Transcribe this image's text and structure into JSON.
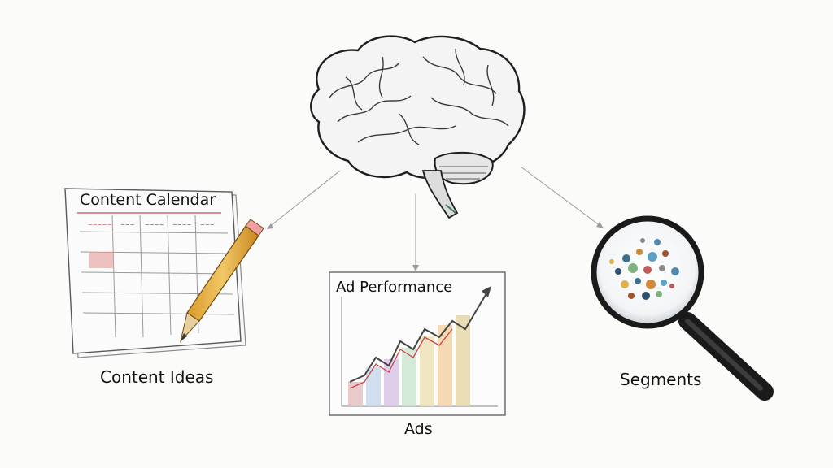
{
  "nodes": {
    "calendar": {
      "title": "Content Calendar",
      "caption": "Content Ideas"
    },
    "ads": {
      "title": "Ad Performance",
      "caption": "Ads"
    },
    "segments": {
      "caption": "Segments"
    }
  },
  "bar_colors": [
    "#e8c3c3",
    "#c9d9ef",
    "#d9c7ea",
    "#cfe6d2",
    "#efe3b8",
    "#f3d3a8",
    "#e8d7a8"
  ],
  "dot_colors": [
    "#3a6f8f",
    "#d08a3a",
    "#5aa0c8",
    "#a0522d",
    "#2f4f6f",
    "#7fb07f",
    "#c45a5a",
    "#8a8a8a",
    "#4e89ae",
    "#e0b04a"
  ]
}
